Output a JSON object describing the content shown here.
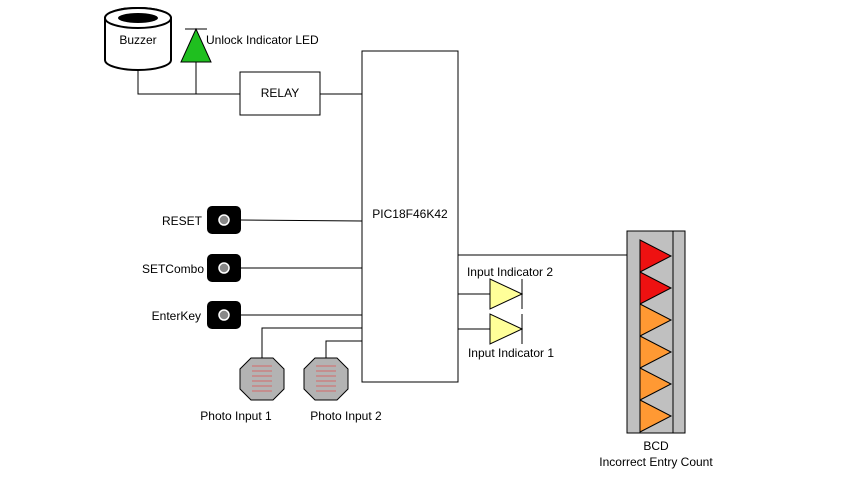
{
  "buzzer": {
    "label": "Buzzer"
  },
  "unlock_led": {
    "label": "Unlock Indicator LED",
    "color": "#1fbf1f"
  },
  "relay": {
    "label": "RELAY"
  },
  "mcu": {
    "label": "PIC18F46K42"
  },
  "buttons": [
    {
      "label": "RESET"
    },
    {
      "label": "SETCombo"
    },
    {
      "label": "EnterKey"
    }
  ],
  "photo_inputs": [
    {
      "label": "Photo Input 1"
    },
    {
      "label": "Photo Input 2"
    }
  ],
  "input_indicators": [
    {
      "label": "Input Indicator 2",
      "color": "#ffff99"
    },
    {
      "label": "Input Indicator 1",
      "color": "#ffff99"
    }
  ],
  "bcd": {
    "title": "BCD",
    "subtitle": "Incorrect Entry Count",
    "segment_colors": [
      "#ee1111",
      "#ee1111",
      "#ff9933",
      "#ff9933",
      "#ff9933",
      "#ff9933"
    ]
  }
}
